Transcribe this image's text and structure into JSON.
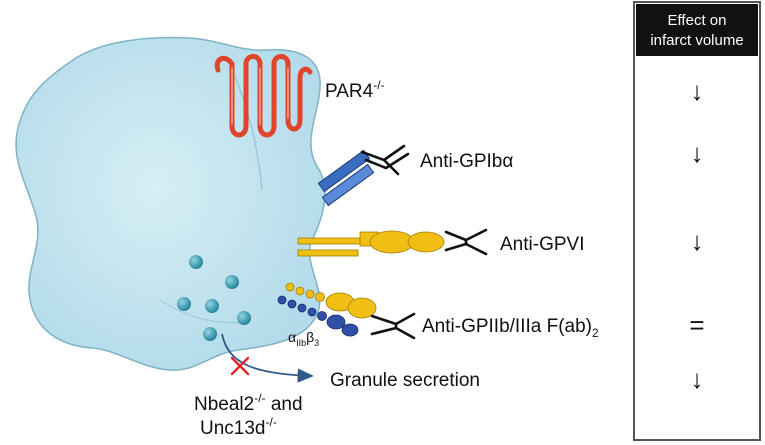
{
  "labels": {
    "par4": "PAR4",
    "par4_sup": "-/-",
    "anti_gpib": "Anti-GPIbα",
    "anti_gpvi": "Anti-GPVI",
    "anti_gpiib": "Anti-GPIIb/IIIa F(ab)",
    "anti_gpiib_sub": "2",
    "integrin_alpha": "α",
    "integrin_alpha_sub": "IIb",
    "integrin_beta": "β",
    "integrin_beta_sub": "3",
    "granule": "Granule secretion",
    "nbeal2": "Nbeal2",
    "nbeal2_sup": "-/-",
    "and": " and",
    "unc13d": "Unc13d",
    "unc13d_sup": "-/-"
  },
  "panel": {
    "header_line1": "Effect on",
    "header_line2": "infarct volume",
    "effects": [
      "↓",
      "↓",
      "↓",
      "=",
      "↓"
    ]
  },
  "colors": {
    "platelet_fill": "#c4e4ef",
    "platelet_edge": "#7fb3c6",
    "receptor_red": "#e0442a",
    "gpib_blue": "#3a6cc0",
    "gpvi_yellow": "#f1be14",
    "integrin_navy": "#2f4fa8",
    "granule_teal": "#3a9fb2",
    "arrow_blue": "#2f5a8a",
    "block_red": "#e8202a",
    "panel_header": "#111111"
  }
}
